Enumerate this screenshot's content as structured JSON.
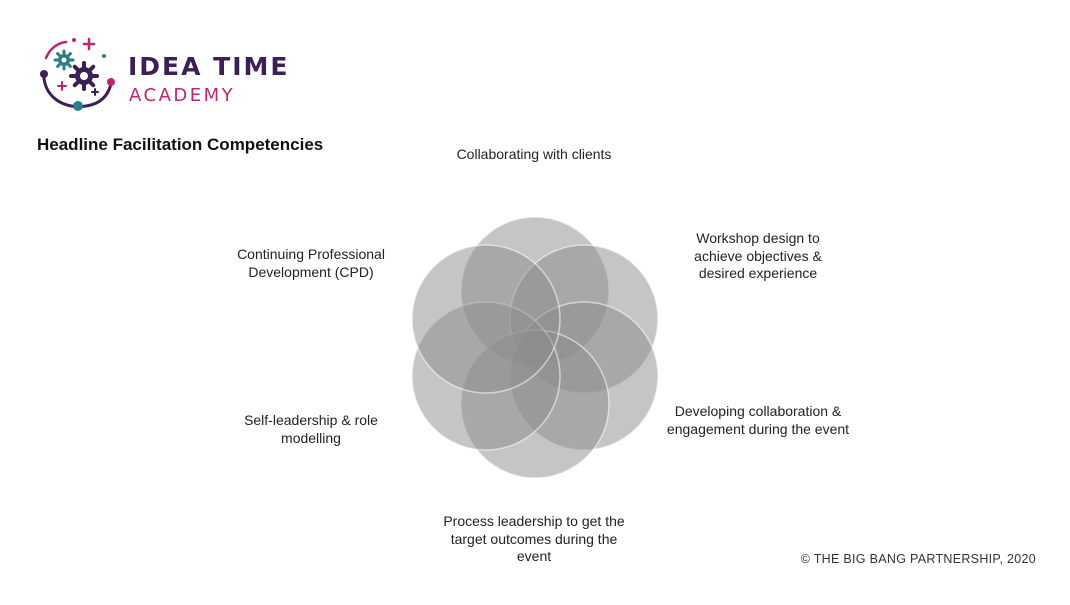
{
  "logo": {
    "line1": "IDEA TIME",
    "line2": "ACADEMY"
  },
  "title": "Headline Facilitation Competencies",
  "competencies": [
    "Collaborating with clients",
    "Workshop design to achieve objectives & desired experience",
    "Developing collaboration & engagement during the event",
    "Process leadership to get the target outcomes during the event",
    "Self-leadership & role modelling",
    "Continuing Professional Development (CPD)"
  ],
  "footer": "© THE BIG BANG PARTNERSHIP, 2020",
  "colors": {
    "circle_fill": "#8c8c8c",
    "brand_purple": "#3b1f55",
    "brand_magenta": "#c0266d",
    "brand_teal": "#2a7f87"
  }
}
